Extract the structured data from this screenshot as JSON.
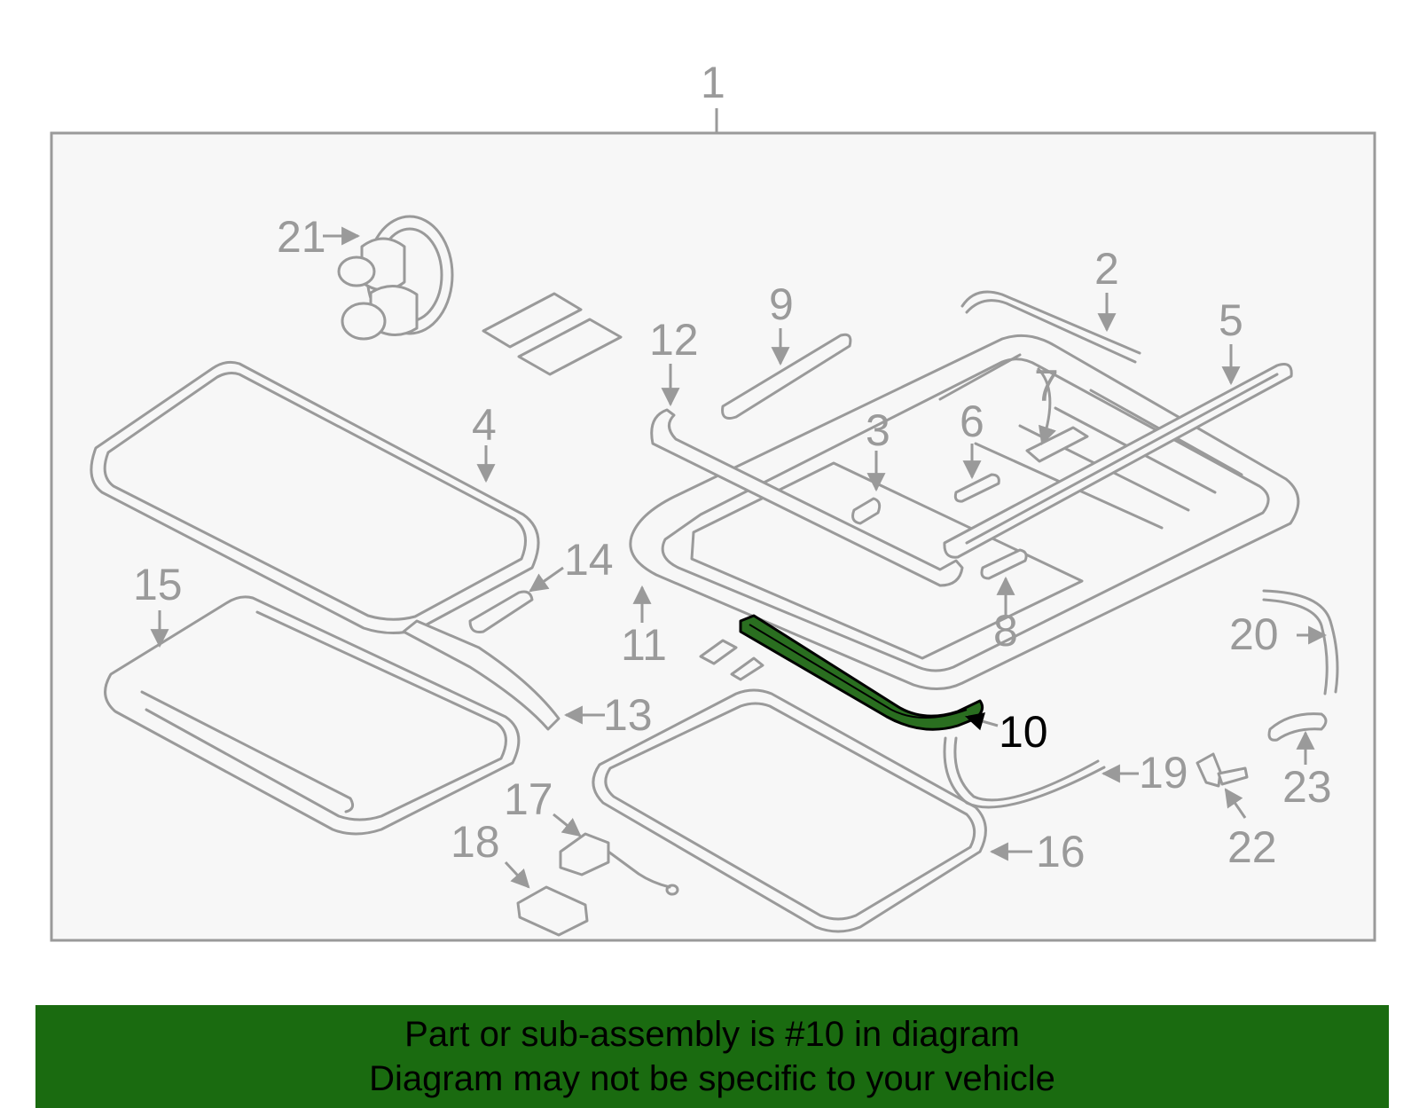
{
  "diagram": {
    "assembly_label": "1",
    "highlight_color": "#1a6b10",
    "parts": [
      {
        "id": "part-2",
        "label": "2"
      },
      {
        "id": "part-3",
        "label": "3"
      },
      {
        "id": "part-4",
        "label": "4"
      },
      {
        "id": "part-5",
        "label": "5"
      },
      {
        "id": "part-6",
        "label": "6"
      },
      {
        "id": "part-7",
        "label": "7"
      },
      {
        "id": "part-8",
        "label": "8"
      },
      {
        "id": "part-9",
        "label": "9"
      },
      {
        "id": "part-10",
        "label": "10",
        "highlighted": true
      },
      {
        "id": "part-11",
        "label": "11"
      },
      {
        "id": "part-12",
        "label": "12"
      },
      {
        "id": "part-13",
        "label": "13"
      },
      {
        "id": "part-14",
        "label": "14"
      },
      {
        "id": "part-15",
        "label": "15"
      },
      {
        "id": "part-16",
        "label": "16"
      },
      {
        "id": "part-17",
        "label": "17"
      },
      {
        "id": "part-18",
        "label": "18"
      },
      {
        "id": "part-19",
        "label": "19"
      },
      {
        "id": "part-20",
        "label": "20"
      },
      {
        "id": "part-21",
        "label": "21"
      },
      {
        "id": "part-22",
        "label": "22"
      },
      {
        "id": "part-23",
        "label": "23"
      }
    ]
  },
  "banner": {
    "line1": "Part or sub-assembly is #10 in diagram",
    "line2": "Diagram may not be specific to your vehicle",
    "background": "#1a6b10"
  }
}
